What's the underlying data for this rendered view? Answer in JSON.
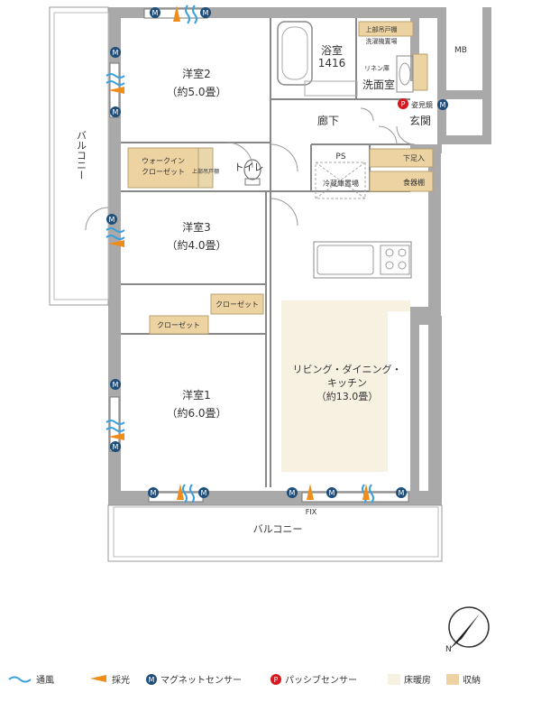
{
  "rooms": {
    "western2": {
      "name": "洋室2",
      "size": "（約5.0畳）"
    },
    "western3": {
      "name": "洋室3",
      "size": "（約4.0畳）"
    },
    "western1": {
      "name": "洋室1",
      "size": "（約6.0畳）"
    },
    "ldk": {
      "name1": "リビング・ダイニング・",
      "name2": "キッチン",
      "size": "（約13.0畳）"
    },
    "bath": {
      "name": "浴室",
      "size": "1416"
    },
    "washroom": "洗面室",
    "corridor": "廊下",
    "entrance": "玄関",
    "toilet": "トイレ",
    "balcony_left": "バルコニー",
    "balcony_bottom": "バルコニー"
  },
  "storage": {
    "walkin": [
      "ウォークイン",
      "クローゼット"
    ],
    "closet_upper": "クローゼット",
    "closet_lower": "クローゼット",
    "shoe": "下足入",
    "dish": "食器棚",
    "linen": "リネン庫",
    "upper_hanging": "上部吊戸棚",
    "dryer": "洗濯機置場",
    "upper_toilet": "上部吊戸棚",
    "fridge": "冷蔵庫置場"
  },
  "labels": {
    "ps": "PS",
    "mb": "MB",
    "fix": "FIX",
    "sensor_p_note": "姿見鏡"
  },
  "legend": {
    "ventilation": "通風",
    "daylight": "採光",
    "magnet": "マグネットセンサー",
    "passive": "パッシブセンサー",
    "floor_heating": "床暖房",
    "storage": "収納",
    "m": "M",
    "p": "P"
  },
  "compass": {
    "label": "N"
  },
  "colors": {
    "wall": "#a9a9a9",
    "storage": "#ecd3a1",
    "floor_heating": "#f6f1e1",
    "magnet": "#1f4e79",
    "passive": "#d7191f",
    "ventilation": "#3aa0dc",
    "daylight": "#ef8c1a"
  }
}
